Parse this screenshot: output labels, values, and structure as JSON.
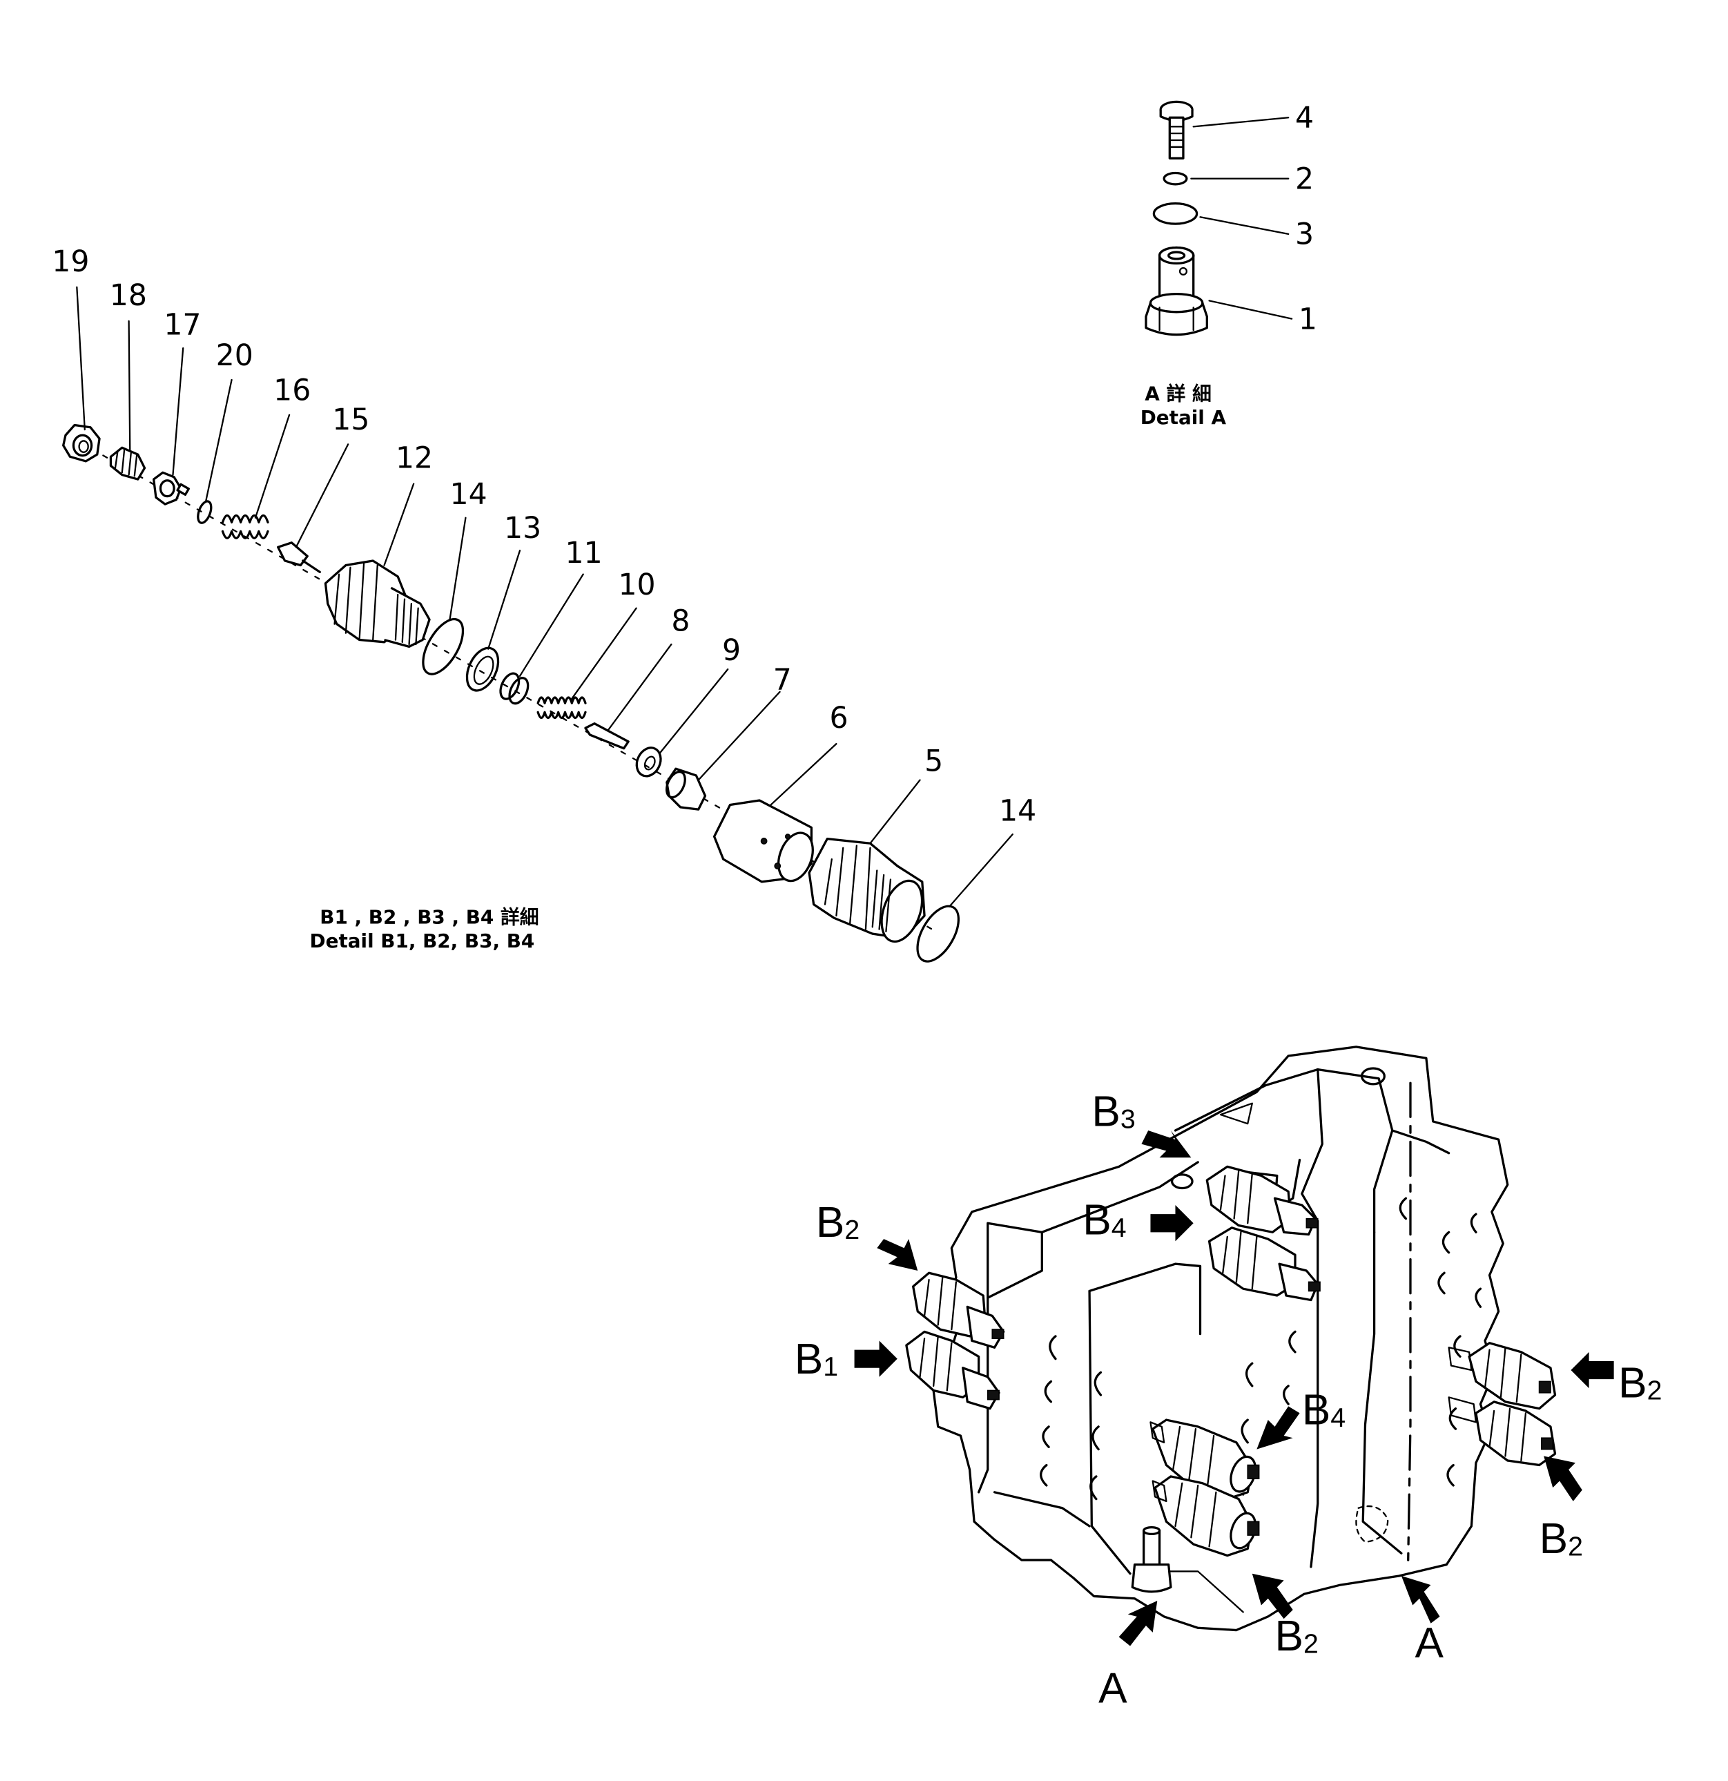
{
  "detail_a": {
    "callouts": {
      "c4": "4",
      "c2": "2",
      "c3": "3",
      "c1": "1"
    },
    "caption_ja": "A 詳 細",
    "caption_en": "Detail A"
  },
  "detail_b": {
    "callouts": {
      "c19": "19",
      "c18": "18",
      "c17": "17",
      "c20": "20",
      "c16": "16",
      "c15": "15",
      "c12": "12",
      "c14a": "14",
      "c13": "13",
      "c11": "11",
      "c10": "10",
      "c8": "8",
      "c9": "9",
      "c7": "7",
      "c6": "6",
      "c5": "5",
      "c14b": "14"
    },
    "caption_ja": "B1 , B2 , B3 , B4 詳細",
    "caption_en": "Detail B1, B2, B3, B4"
  },
  "assembly": {
    "labels": {
      "b3": {
        "main": "B",
        "sub": "3"
      },
      "b4_top": {
        "main": "B",
        "sub": "4"
      },
      "b2_left": {
        "main": "B",
        "sub": "2"
      },
      "b1": {
        "main": "B",
        "sub": "1"
      },
      "b4_mid": {
        "main": "B",
        "sub": "4"
      },
      "b2_mid": {
        "main": "B",
        "sub": "2"
      },
      "b2_right_top": {
        "main": "B",
        "sub": "2"
      },
      "b2_right_bottom": {
        "main": "B",
        "sub": "2"
      },
      "a_left": "A",
      "a_right": "A"
    }
  }
}
